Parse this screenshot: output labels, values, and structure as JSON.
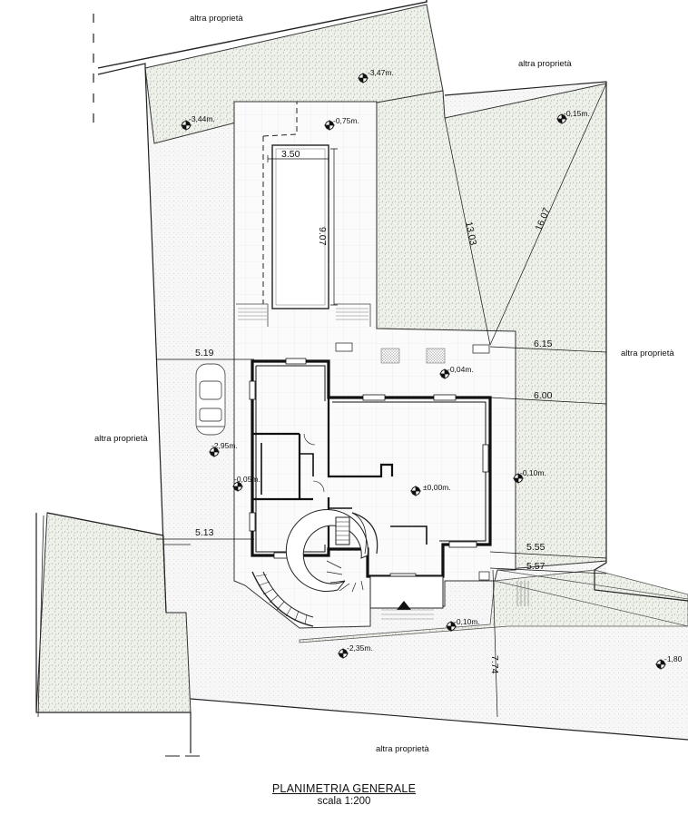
{
  "title": "PLANIMETRIA GENERALE",
  "scale": "scala 1:200",
  "property_labels": {
    "top": "altra proprietà",
    "top_right": "altra proprietà",
    "right": "altra proprietà",
    "left": "altra proprietà",
    "bottom": "altra proprietà"
  },
  "dimensions": {
    "pool_width": "3.50",
    "pool_length": "9.07",
    "diag_a": "13.03",
    "diag_b": "16.07",
    "left_top": "5.19",
    "left_bottom": "5.13",
    "right_1": "6.15",
    "right_2": "6.00",
    "right_3": "5.55",
    "right_4": "5.57",
    "bottom_vert": "7.74"
  },
  "elevations": {
    "e1": "-3,47m.",
    "e2": "-3,44m.",
    "e3": "-0,75m.",
    "e4": "-0,15m.",
    "e5": "-0,04m.",
    "e6": "-2,95m.",
    "e7": "-0,05m.",
    "e8": "±0,00m.",
    "e9": "-0,10m.",
    "e10": "-0,10m.",
    "e11": "-2,35m.",
    "e12": "-1,80"
  }
}
